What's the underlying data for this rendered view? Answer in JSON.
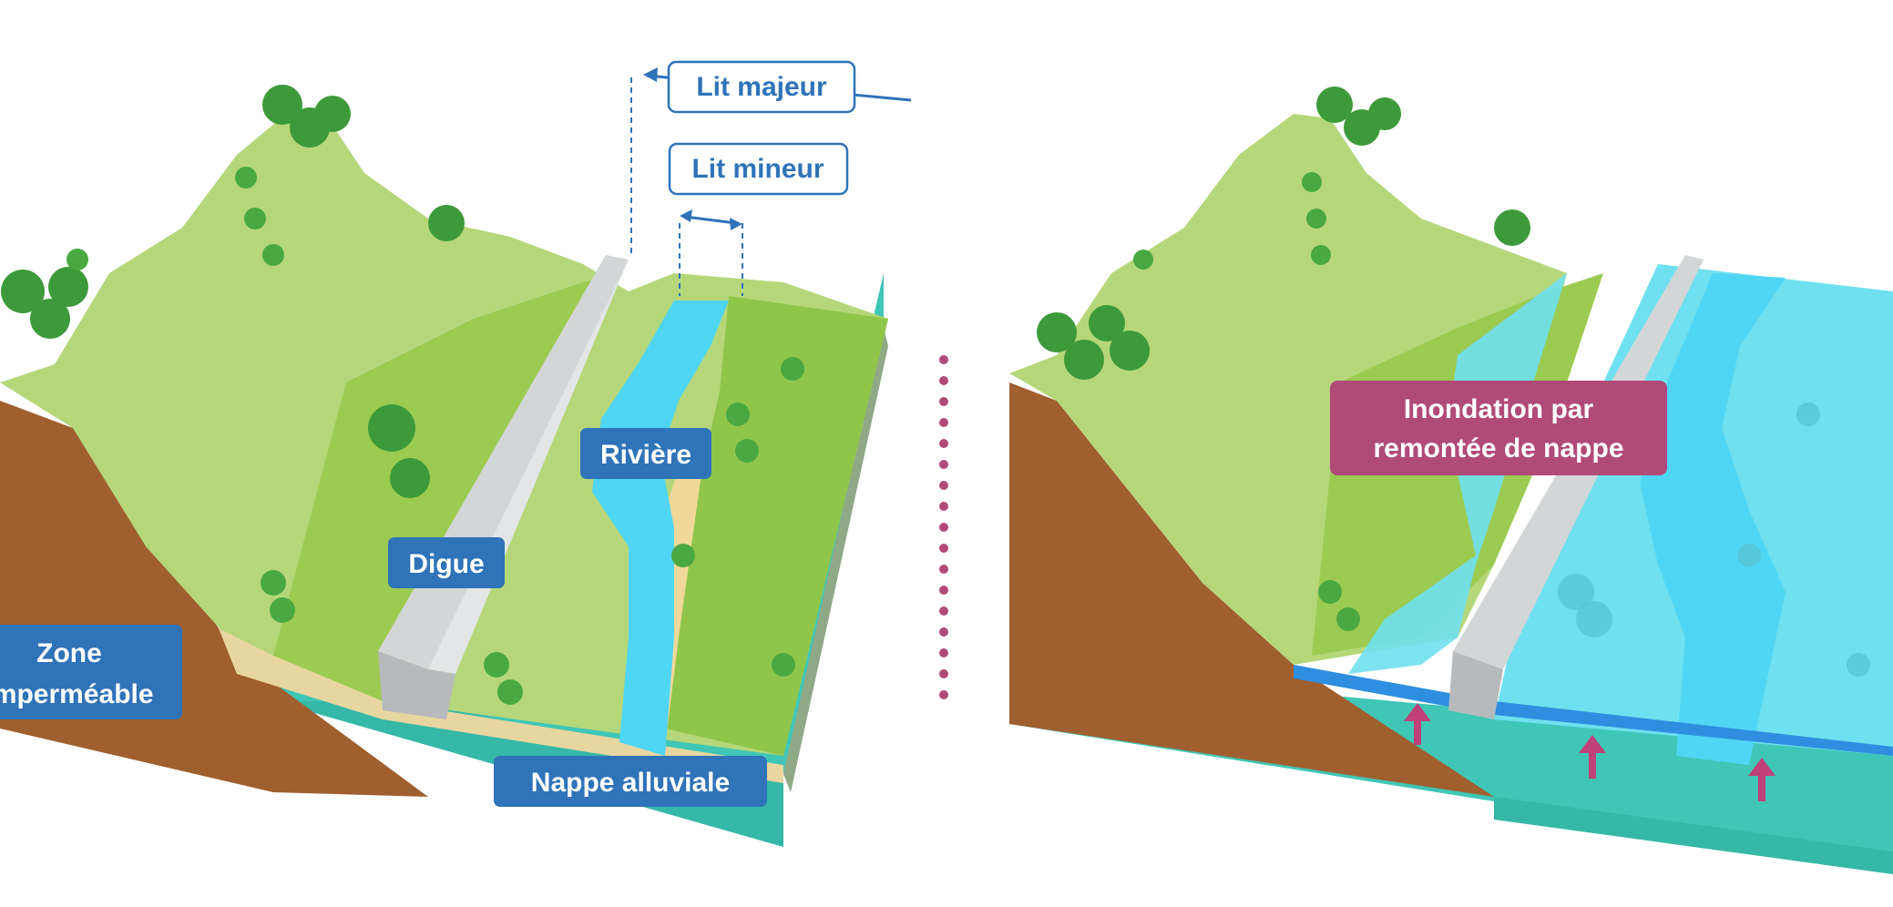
{
  "labels": {
    "lit_majeur": "Lit majeur",
    "lit_mineur": "Lit mineur",
    "riviere": "Rivière",
    "digue": "Digue",
    "zone_line1": "Zone",
    "zone_line2": "imperméable",
    "nappe": "Nappe alluviale",
    "inondation_line1": "Inondation par",
    "inondation_line2": "remontée de nappe"
  },
  "colors": {
    "label_blue": "#2f73b8",
    "label_pink": "#b04a77",
    "grass_light": "#b5d77a",
    "grass_mid": "#9ccb52",
    "grass_dark": "#6faa3a",
    "soil": "#a05f2f",
    "aquifer": "#3fc6b6",
    "river": "#4fd6f5",
    "flood_water": "#6fe0ef",
    "levee": "#cfd2d3"
  }
}
